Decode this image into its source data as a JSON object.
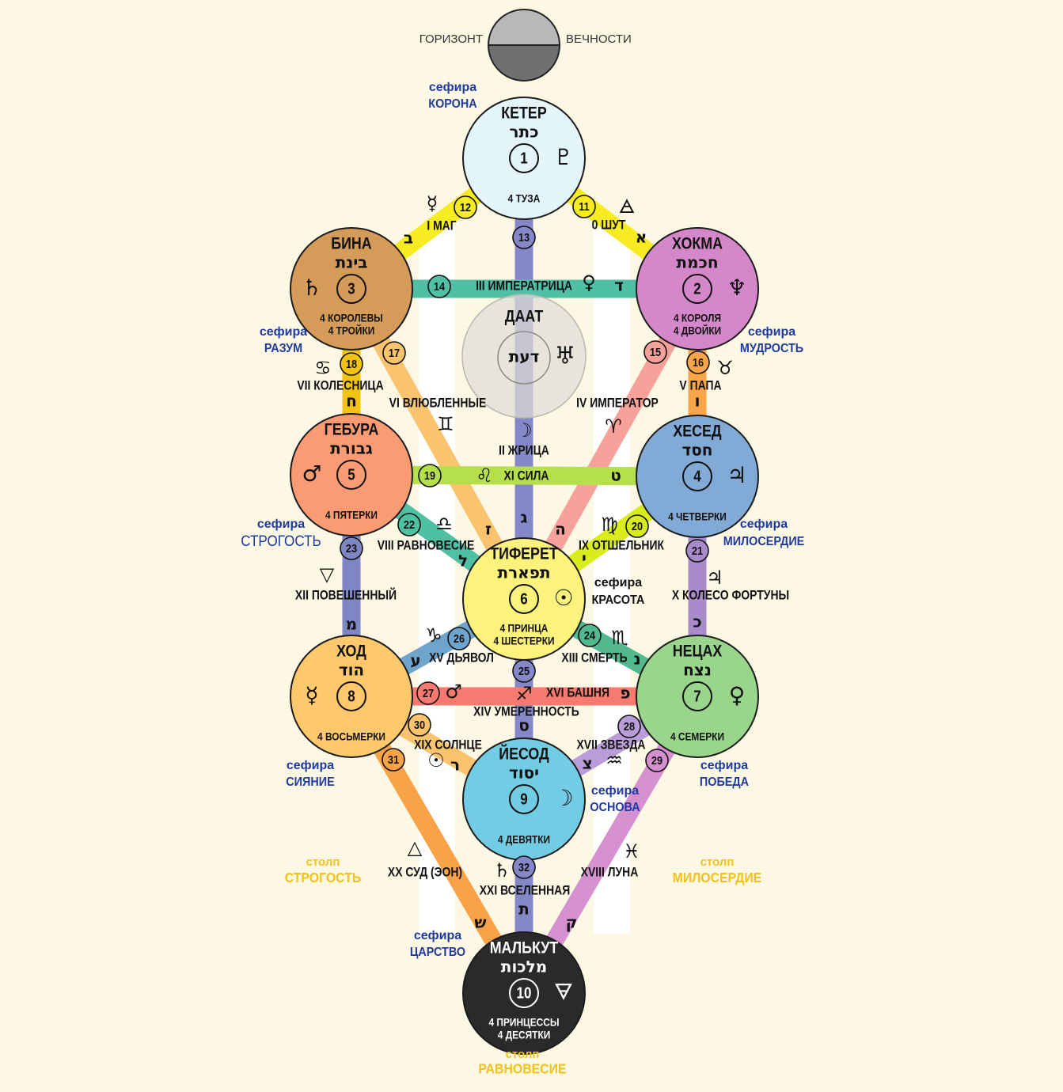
{
  "header": {
    "left": "ГОРИЗОНТ",
    "right": "ВЕЧНОСТИ"
  },
  "sefira_word": "сефира",
  "pillar_word": "столп",
  "sephirot": [
    {
      "id": "keter",
      "name": "КЕТЕР",
      "hebrew": "כתר",
      "number": "1",
      "symbol": "♇",
      "cards": [
        "4 ТУЗА"
      ],
      "title": "КОРОНА",
      "color": "#e4f4fb"
    },
    {
      "id": "chokmah",
      "name": "ХОКМА",
      "hebrew": "חכמת",
      "number": "2",
      "symbol": "♆",
      "cards": [
        "4 КОРОЛЯ",
        "4 ДВОЙКИ"
      ],
      "title": "МУДРОСТЬ",
      "color": "#d488c9"
    },
    {
      "id": "binah",
      "name": "БИНА",
      "hebrew": "בינת",
      "number": "3",
      "symbol": "♄",
      "cards": [
        "4 КОРОЛЕВЫ",
        "4 ТРОЙКИ"
      ],
      "title": "РАЗУМ",
      "color": "#d59b58"
    },
    {
      "id": "chesed",
      "name": "ХЕСЕД",
      "hebrew": "חסד",
      "number": "4",
      "symbol": "♃",
      "cards": [
        "4 ЧЕТВЕРКИ"
      ],
      "title": "МИЛОСЕРДИЕ",
      "color": "#82aad6"
    },
    {
      "id": "geburah",
      "name": "ГЕБУРА",
      "hebrew": "גבורת",
      "number": "5",
      "symbol": "♂",
      "cards": [
        "4 ПЯТЕРКИ"
      ],
      "title": "СТРОГОСТЬ",
      "color": "#fb9b74"
    },
    {
      "id": "tiferet",
      "name": "ТИФЕРЕТ",
      "hebrew": "תפארת",
      "number": "6",
      "symbol": "☉",
      "cards": [
        "4 ПРИНЦА",
        "4 ШЕСТЕРКИ"
      ],
      "title": "КРАСОТА",
      "color": "#fdf27c"
    },
    {
      "id": "netzach",
      "name": "НЕЦАХ",
      "hebrew": "נצח",
      "number": "7",
      "symbol": "♀",
      "cards": [
        "4 СЕМЕРКИ"
      ],
      "title": "ПОБЕДА",
      "color": "#99d68b"
    },
    {
      "id": "hod",
      "name": "ХОД",
      "hebrew": "הוד",
      "number": "8",
      "symbol": "☿",
      "cards": [
        "4 ВОСЬМЕРКИ"
      ],
      "title": "СИЯНИЕ",
      "color": "#fdc96c"
    },
    {
      "id": "yesod",
      "name": "ЙЕСОД",
      "hebrew": "יסוד",
      "number": "9",
      "symbol": "☽",
      "cards": [
        "4 ДЕВЯТКИ"
      ],
      "title": "ОСНОВА",
      "color": "#72cce3"
    },
    {
      "id": "malkut",
      "name": "МАЛЬКУТ",
      "hebrew": "מלכות",
      "number": "10",
      "symbol": "🜃",
      "cards": [
        "4 ПРИНЦЕССЫ",
        "4 ДЕСЯТКИ"
      ],
      "title": "ЦАРСТВО",
      "color": "#2a2a2a"
    }
  ],
  "daat": {
    "name": "ДААТ",
    "hebrew": "דעת",
    "symbol": "♅"
  },
  "paths": [
    {
      "number": "11",
      "name": "0 ШУТ",
      "letter": "א",
      "symbol": "🜁",
      "color": "#f7ec22"
    },
    {
      "number": "12",
      "name": "I МАГ",
      "letter": "ב",
      "symbol": "☿",
      "color": "#f7ec22"
    },
    {
      "number": "13",
      "name": "II ЖРИЦА",
      "letter": "ג",
      "symbol": "☽",
      "color": "#8488c8"
    },
    {
      "number": "14",
      "name": "III ИМПЕРАТРИЦА",
      "letter": "ד",
      "symbol": "♀",
      "color": "#4fbfa6"
    },
    {
      "number": "15",
      "name": "IV ИМПЕРАТОР",
      "letter": "ה",
      "symbol": "♈",
      "color": "#f6a29a"
    },
    {
      "number": "16",
      "name": "V ПАПА",
      "letter": "ו",
      "symbol": "♉",
      "color": "#f9a548"
    },
    {
      "number": "17",
      "name": "VI ВЛЮБЛЕННЫЕ",
      "letter": "ז",
      "symbol": "♊",
      "color": "#fac36e"
    },
    {
      "number": "18",
      "name": "VII КОЛЕСНИЦА",
      "letter": "ח",
      "symbol": "♋",
      "color": "#f3c314"
    },
    {
      "number": "19",
      "name": "XI СИЛА",
      "letter": "ט",
      "symbol": "♌",
      "color": "#b5e04c"
    },
    {
      "number": "20",
      "name": "IX ОТШЕЛЬНИК",
      "letter": "י",
      "symbol": "♍",
      "color": "#d9ec1c"
    },
    {
      "number": "21",
      "name": "X КОЛЕСО ФОРТУНЫ",
      "letter": "כ",
      "symbol": "♃",
      "color": "#a98bcb"
    },
    {
      "number": "22",
      "name": "VIII РАВНОВЕСИЕ",
      "letter": "ל",
      "symbol": "♎",
      "color": "#4fc1a2"
    },
    {
      "number": "23",
      "name": "XII ПОВЕШЕННЫЙ",
      "letter": "מ",
      "symbol": "▽",
      "color": "#7f86c4"
    },
    {
      "number": "24",
      "name": "XIII СМЕРТЬ",
      "letter": "נ",
      "symbol": "♏",
      "color": "#52b98f"
    },
    {
      "number": "25",
      "name": "XIV УМЕРЕННОСТЬ",
      "letter": "ס",
      "symbol": "♐",
      "color": "#8488c8"
    },
    {
      "number": "26",
      "name": "XV ДЬЯВОЛ",
      "letter": "ע",
      "symbol": "♑",
      "color": "#6fa4cd"
    },
    {
      "number": "27",
      "name": "XVI БАШНЯ",
      "letter": "פ",
      "symbol": "♂",
      "color": "#f67a70"
    },
    {
      "number": "28",
      "name": "XVII ЗВЕЗДА",
      "letter": "צ",
      "symbol": "♒",
      "color": "#b99cd8"
    },
    {
      "number": "29",
      "name": "XVIII ЛУНА",
      "letter": "ק",
      "symbol": "♓",
      "color": "#d590cf"
    },
    {
      "number": "30",
      "name": "XIX СОЛНЦЕ",
      "letter": "ר",
      "symbol": "☉",
      "color": "#fac36e"
    },
    {
      "number": "31",
      "name": "XX СУД (ЭОН)",
      "letter": "ש",
      "symbol": "△",
      "color": "#f9a248"
    },
    {
      "number": "32",
      "name": "XXI ВСЕЛЕННАЯ",
      "letter": "ת",
      "symbol": "♄",
      "color": "#8488c8"
    }
  ],
  "pillars": [
    {
      "label": "СТРОГОСТЬ"
    },
    {
      "label": "МИЛОСЕРДИЕ"
    },
    {
      "label": "РАВНОВЕСИЕ"
    }
  ],
  "colors": {
    "background": "#fdf8e4",
    "sefira_label": "#1f3a9e",
    "pillar_label": "#f2c21a"
  }
}
